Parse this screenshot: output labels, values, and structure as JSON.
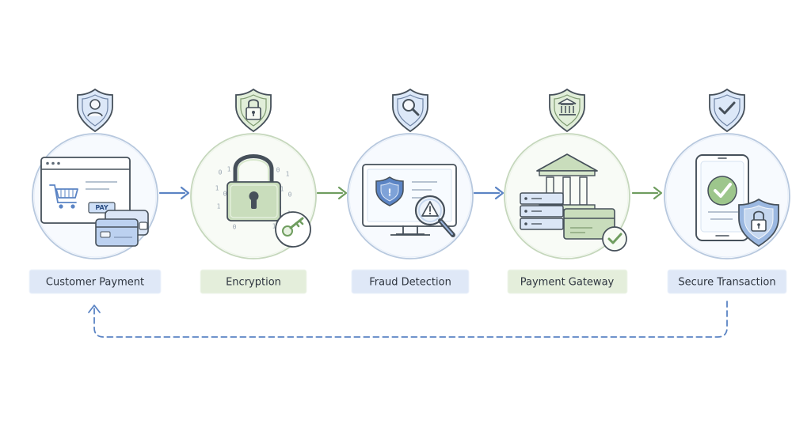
{
  "diagram": {
    "steps": [
      {
        "label": "Customer Payment",
        "theme": "blue",
        "badge_icon": "user-icon",
        "scene_icon": "browser-cart-card-icon"
      },
      {
        "label": "Encryption",
        "theme": "green",
        "badge_icon": "lock-icon",
        "scene_icon": "padlock-key-icon"
      },
      {
        "label": "Fraud Detection",
        "theme": "blue",
        "badge_icon": "magnifier-icon",
        "scene_icon": "monitor-alert-icon"
      },
      {
        "label": "Payment Gateway",
        "theme": "green",
        "badge_icon": "bank-icon",
        "scene_icon": "bank-server-card-icon"
      },
      {
        "label": "Secure Transaction",
        "theme": "blue",
        "badge_icon": "check-icon",
        "scene_icon": "phone-check-lock-icon"
      }
    ],
    "pay_button": "PAY",
    "binary_chars": [
      "0",
      "1",
      "0",
      "1",
      "1",
      "0",
      "1",
      "0",
      "1",
      "1",
      "0",
      "1",
      "0",
      "1"
    ]
  },
  "colors": {
    "blue": "#5b84c4",
    "blue_fill": "#e6eef9",
    "blue_band": "#dfe8f7",
    "green": "#6f9d5f",
    "green_fill": "#e8f2e2",
    "green_band": "#e4eedb",
    "outline": "#46505a",
    "text": "#2f3640"
  }
}
